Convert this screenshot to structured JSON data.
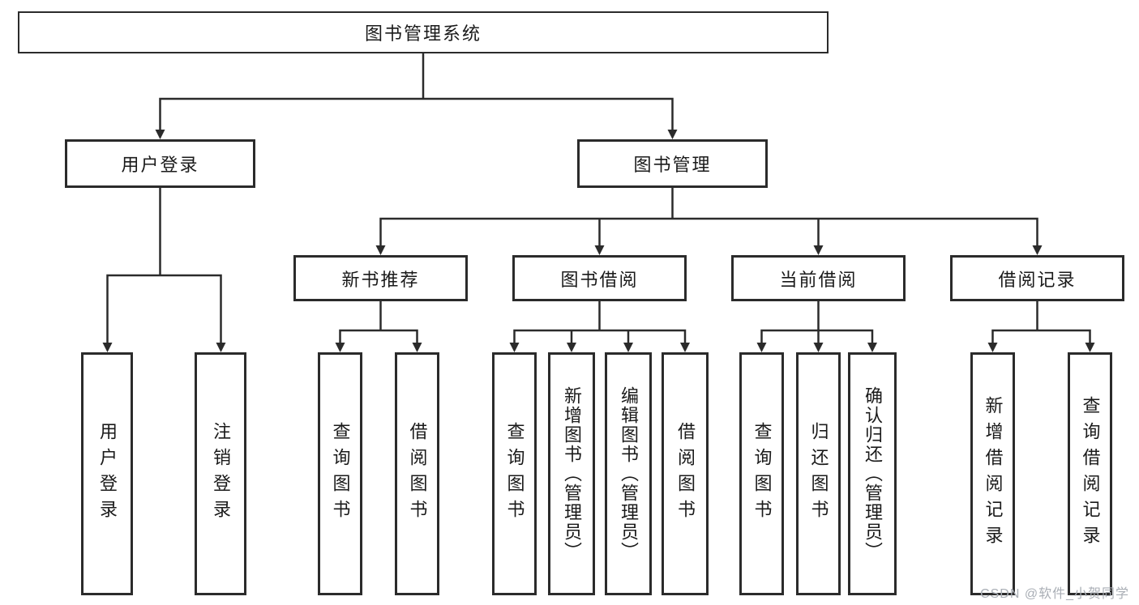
{
  "root": {
    "label": "图书管理系统"
  },
  "branches": {
    "user": {
      "label": "用户登录",
      "children": [
        "用户登录",
        "注销登录"
      ]
    },
    "book": {
      "label": "图书管理"
    }
  },
  "modules": {
    "recommend": {
      "label": "新书推荐",
      "children": [
        "查询图书",
        "借阅图书"
      ]
    },
    "borrow": {
      "label": "图书借阅",
      "children": [
        "查询图书",
        "新增图书（管理员）",
        "编辑图书（管理员）",
        "借阅图书"
      ]
    },
    "current": {
      "label": "当前借阅",
      "children": [
        "查询图书",
        "归还图书",
        "确认归还（管理员）"
      ]
    },
    "records": {
      "label": "借阅记录",
      "children": [
        "新增借阅记录",
        "查询借阅记录"
      ]
    }
  },
  "watermark": "CSDN @软件_小贺同学"
}
